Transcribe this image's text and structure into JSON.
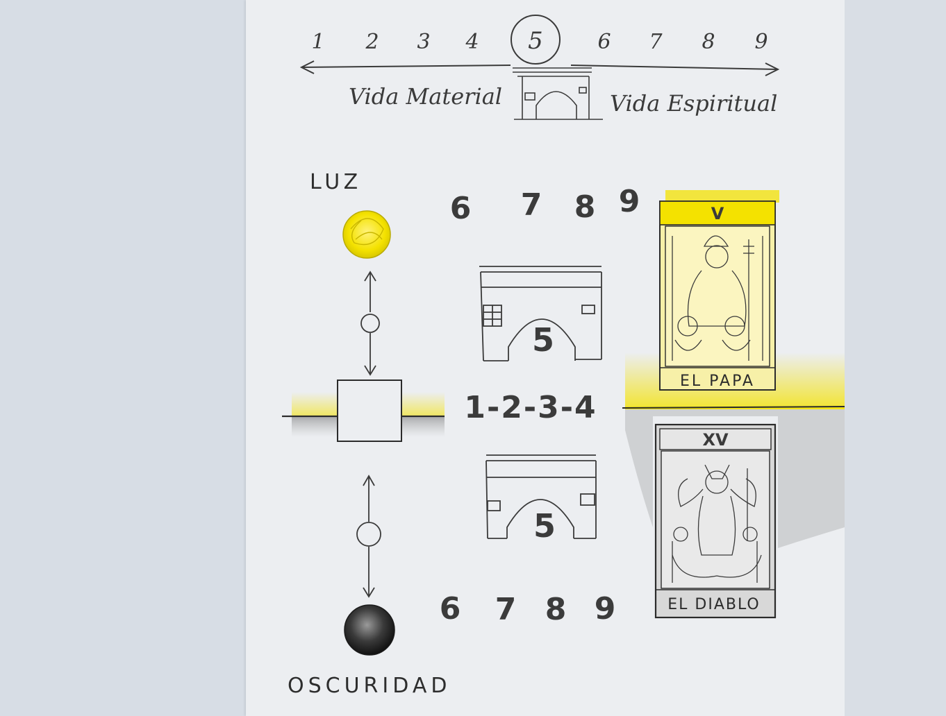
{
  "scale": {
    "numbers": [
      "1",
      "2",
      "3",
      "4",
      "5",
      "6",
      "7",
      "8",
      "9"
    ],
    "left_label": "Vida Material",
    "right_label": "Vida Espiritual"
  },
  "luz_label": "LUZ",
  "oscuridad_label": "OSCURIDAD",
  "top_numbers": [
    "6",
    "7",
    "8",
    "9"
  ],
  "middle_sequence": "1-2-3-4",
  "bottom_numbers": [
    "6",
    "7",
    "8",
    "9"
  ],
  "arch_number": "5",
  "cards": [
    {
      "numeral": "V",
      "title": "EL PAPA"
    },
    {
      "numeral": "XV",
      "title": "EL DIABLO"
    }
  ],
  "colors": {
    "yellow": "#f4e200",
    "pencil": "#3a3a3a",
    "paper": "#eceef1"
  }
}
